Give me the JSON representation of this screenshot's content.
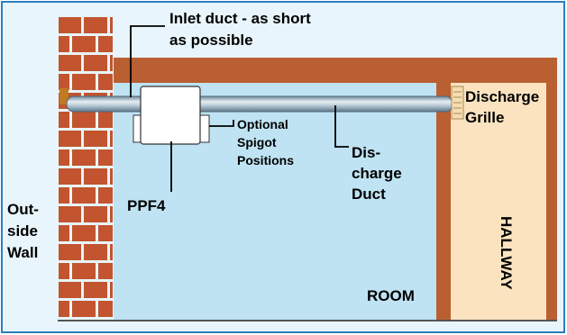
{
  "labels": {
    "inlet_line1": "Inlet duct - as short",
    "inlet_line2": "as possible",
    "discharge_grille_line1": "Discharge",
    "discharge_grille_line2": "Grille",
    "optional_line1": "Optional",
    "optional_line2": "Spigot",
    "optional_line3": "Positions",
    "discharge_duct_line1": "Dis-",
    "discharge_duct_line2": "charge",
    "discharge_duct_line3": "Duct",
    "unit": "PPF4",
    "outside_wall_line1": "Out-",
    "outside_wall_line2": "side",
    "outside_wall_line3": "Wall",
    "room": "ROOM",
    "hallway": "HALLWAY"
  },
  "colors": {
    "background": "#e8f5fc",
    "border": "#2b7fc0",
    "room_fill": "#bfe3f3",
    "brick": "#c2542f",
    "brick_mortar": "#e8f5fc",
    "wall": "#b95f32",
    "hallway_fill": "#fbe3c0",
    "duct": "#8fa8b8",
    "grille": "#f6ddb0",
    "fan_box": "#ffffff"
  }
}
